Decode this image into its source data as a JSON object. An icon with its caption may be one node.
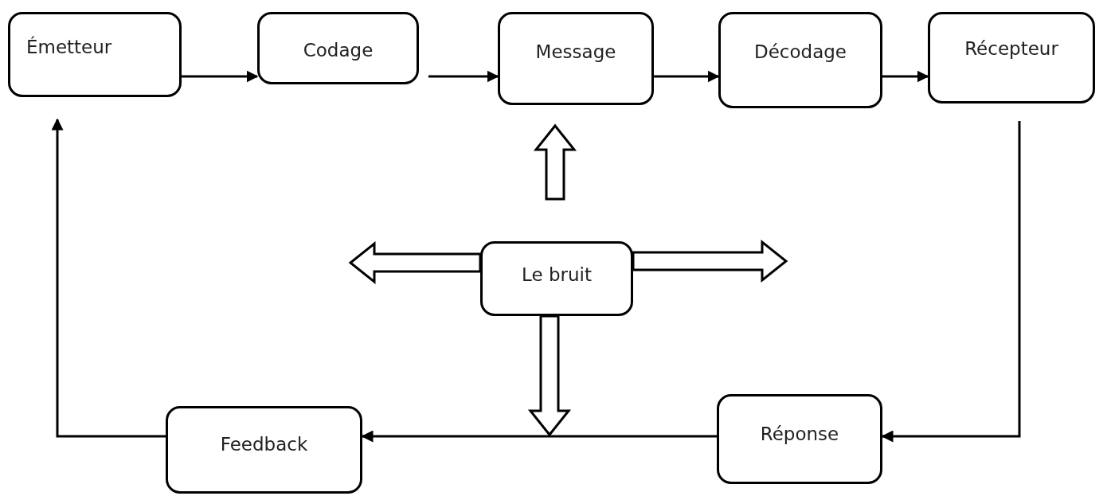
{
  "diagram": {
    "nodes": [
      {
        "text": [
          "Émetteur"
        ]
      },
      {
        "text": [
          "Codage"
        ]
      },
      {
        "text": [
          "Message"
        ]
      },
      {
        "text": [
          "Décodage"
        ]
      },
      {
        "text": [
          "Récepteur"
        ]
      },
      {
        "text": [
          "Le bruit"
        ]
      },
      {
        "text": [
          "Feedback"
        ]
      },
      {
        "text": [
          "Réponse"
        ]
      }
    ],
    "edges": [
      {
        "from": 0,
        "to": 1,
        "arrow": "to"
      },
      {
        "from": 1,
        "to": 2,
        "arrow": "to"
      },
      {
        "from": 2,
        "to": 3,
        "arrow": "to"
      },
      {
        "from": 3,
        "to": 4,
        "arrow": "to"
      },
      {
        "from": 4,
        "to": 7,
        "arrow": "to"
      },
      {
        "from": 7,
        "to": 6,
        "arrow": "to"
      },
      {
        "from": 6,
        "to": 0,
        "arrow": "to"
      },
      {
        "from": 5,
        "to": 2,
        "arrow": "to",
        "style": "thick"
      },
      {
        "from": 5,
        "to": null,
        "arrow": "to",
        "style": "thick"
      },
      {
        "from": 5,
        "to": null,
        "arrow": "to",
        "style": "thick"
      },
      {
        "from": 5,
        "to": null,
        "arrow": "to",
        "style": "thick"
      }
    ]
  }
}
